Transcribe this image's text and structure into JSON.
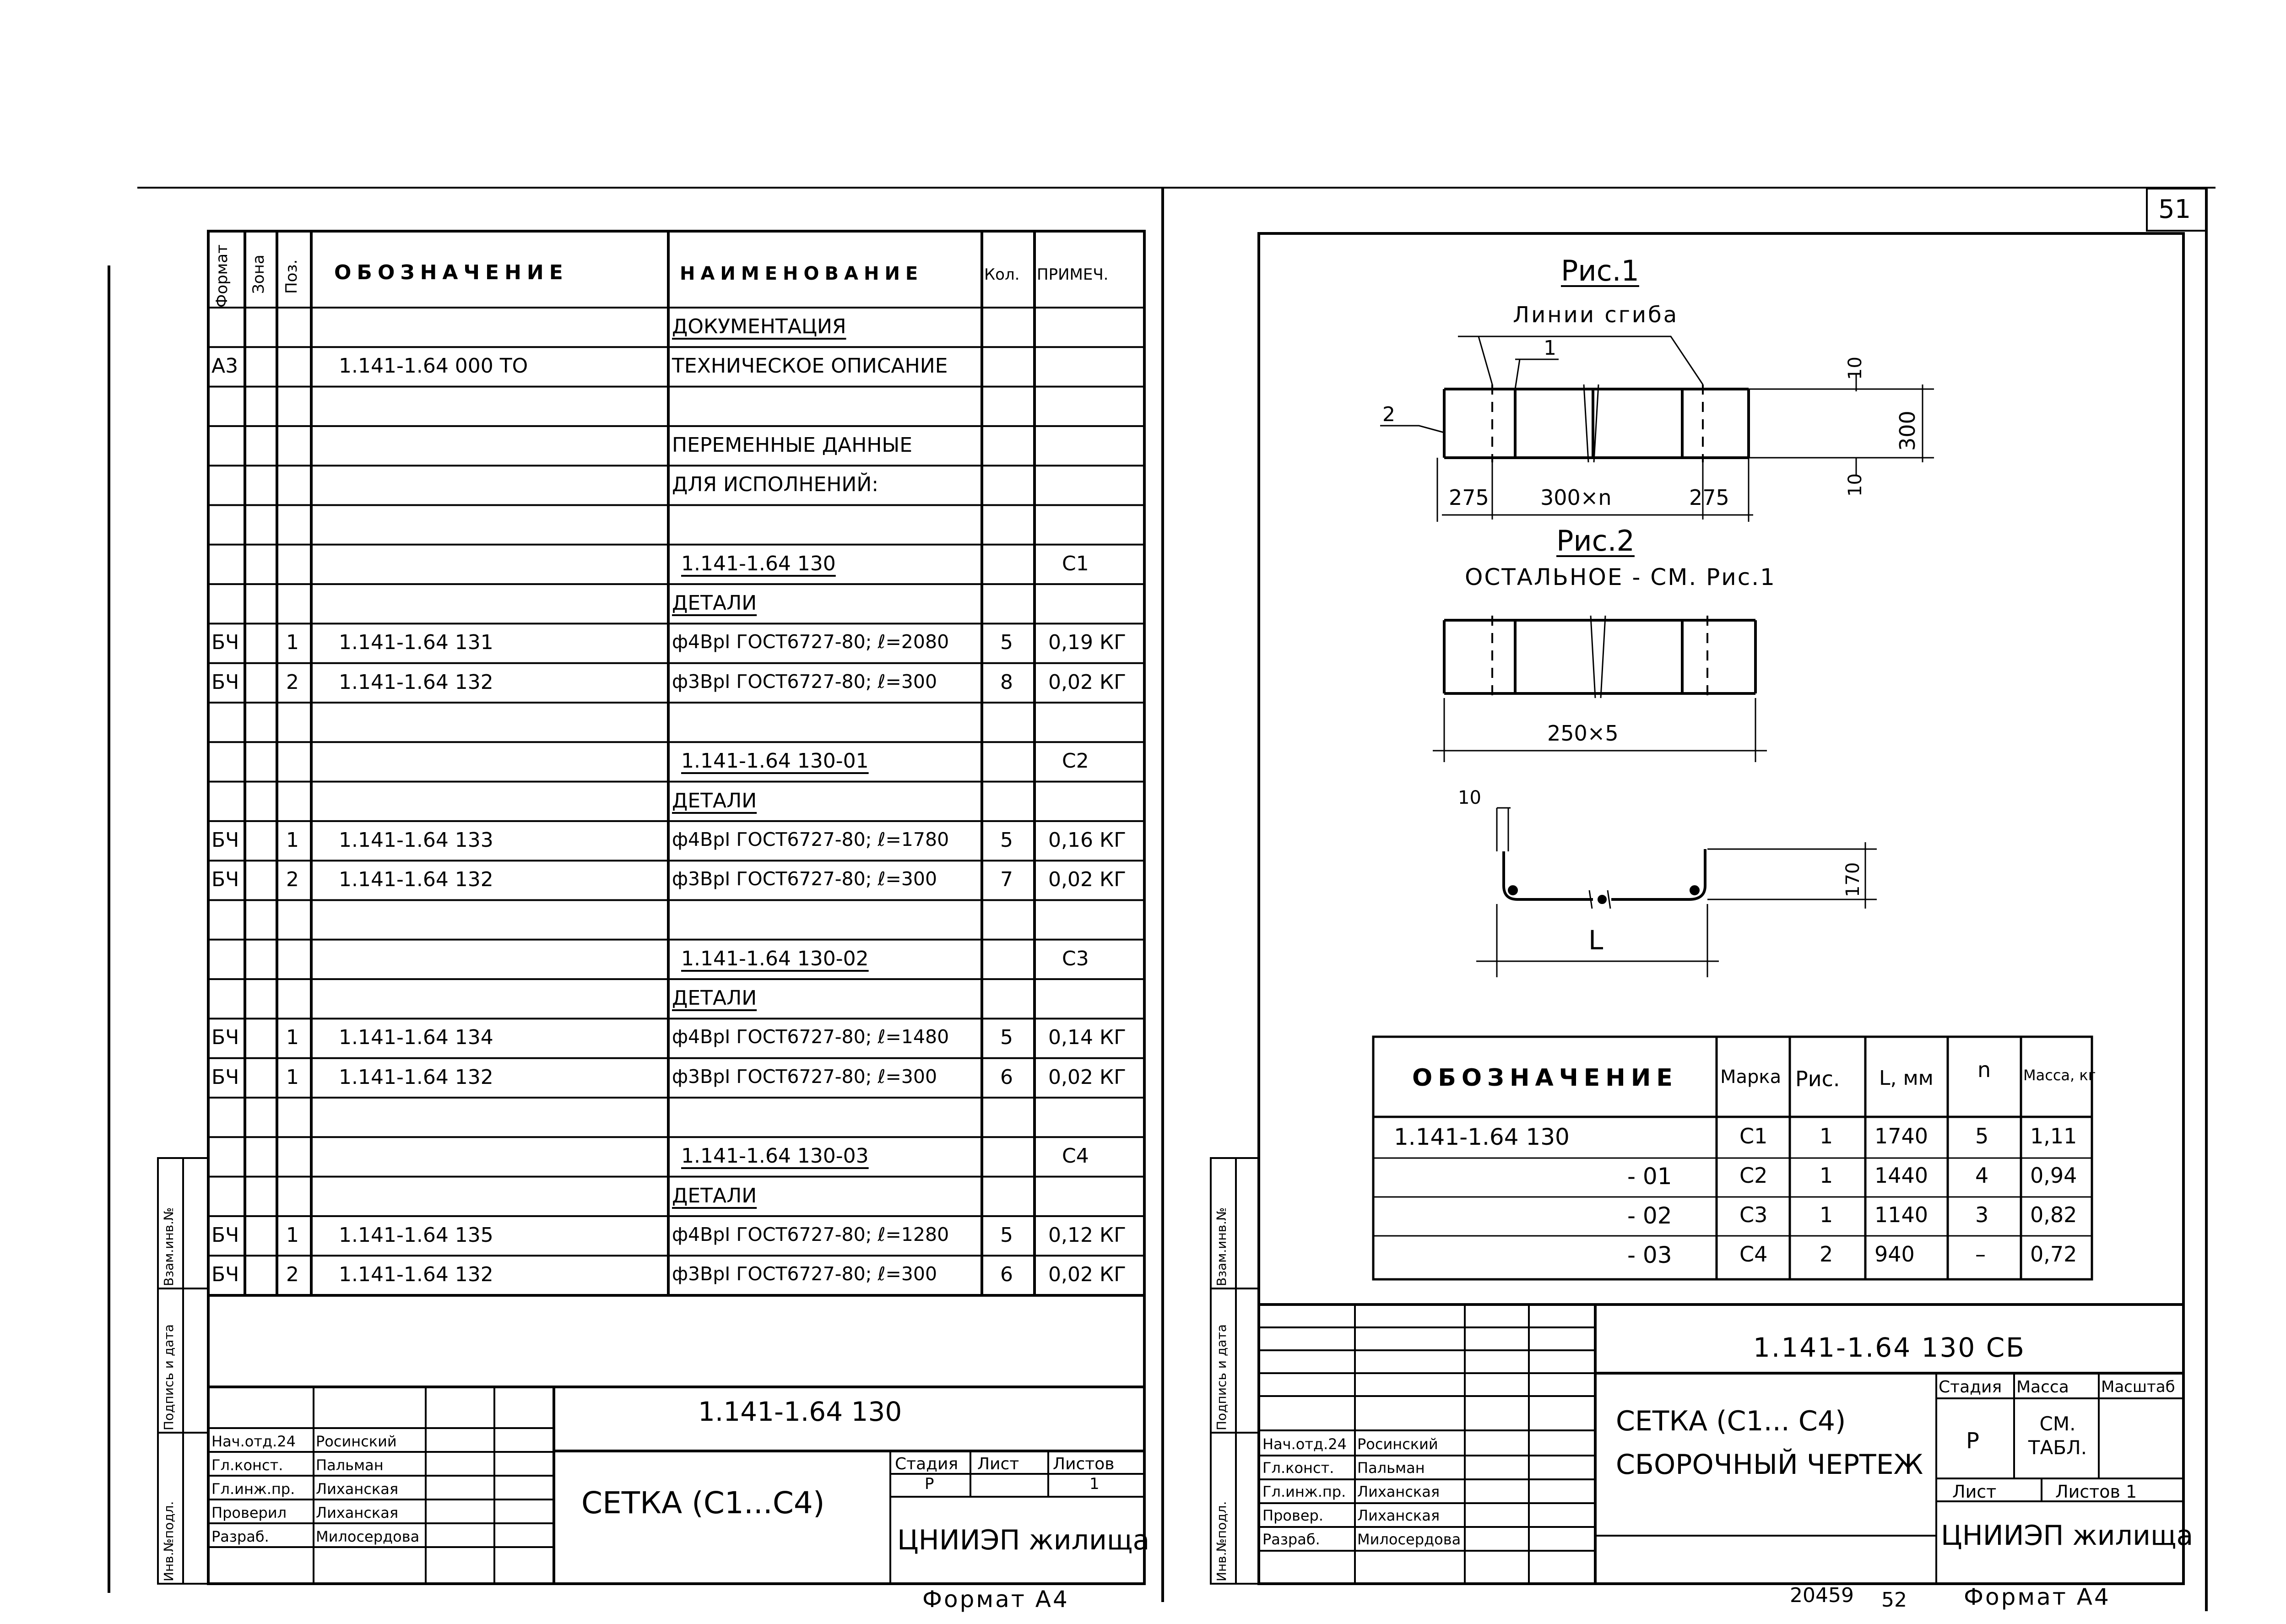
{
  "page_number": "51",
  "left_sheet": {
    "headers": {
      "format": "Формат",
      "zone": "Зона",
      "pos": "Поз.",
      "designation": "ОБОЗНАЧЕНИЕ",
      "name": "НАИМЕНОВАНИЕ",
      "qty": "Кол.",
      "note": "ПРИМЕЧ."
    },
    "rows": [
      {
        "format": "",
        "pos": "",
        "designation": "",
        "name": "ДОКУМЕНТАЦИЯ",
        "qty": "",
        "note": "",
        "name_ul": true
      },
      {
        "format": "А3",
        "pos": "",
        "designation": "1.141-1.64  000 ТО",
        "name": "ТЕХНИЧЕСКОЕ ОПИСАНИЕ",
        "qty": "",
        "note": ""
      },
      {
        "format": "",
        "pos": "",
        "designation": "",
        "name": "",
        "qty": "",
        "note": ""
      },
      {
        "format": "",
        "pos": "",
        "designation": "",
        "name": "ПЕРЕМЕННЫЕ ДАННЫЕ",
        "qty": "",
        "note": ""
      },
      {
        "format": "",
        "pos": "",
        "designation": "",
        "name": "ДЛЯ ИСПОЛНЕНИЙ:",
        "qty": "",
        "note": ""
      },
      {
        "format": "",
        "pos": "",
        "designation": "",
        "name": "",
        "qty": "",
        "note": ""
      },
      {
        "format": "",
        "pos": "",
        "designation": "",
        "name": "1.141-1.64  130",
        "qty": "",
        "note": "С1",
        "name_ul": true
      },
      {
        "format": "",
        "pos": "",
        "designation": "",
        "name": "ДЕТАЛИ",
        "qty": "",
        "note": "",
        "name_ul": true
      },
      {
        "format": "БЧ",
        "pos": "1",
        "designation": "1.141-1.64  131",
        "name": "ф4ВрI ГОСТ6727-80; ℓ=2080",
        "qty": "5",
        "note": "0,19 КГ"
      },
      {
        "format": "БЧ",
        "pos": "2",
        "designation": "1.141-1.64  132",
        "name": "ф3ВрI ГОСТ6727-80; ℓ=300",
        "qty": "8",
        "note": "0,02 КГ"
      },
      {
        "format": "",
        "pos": "",
        "designation": "",
        "name": "",
        "qty": "",
        "note": ""
      },
      {
        "format": "",
        "pos": "",
        "designation": "",
        "name": "1.141-1.64  130-01",
        "qty": "",
        "note": "С2",
        "name_ul": true
      },
      {
        "format": "",
        "pos": "",
        "designation": "",
        "name": "ДЕТАЛИ",
        "qty": "",
        "note": "",
        "name_ul": true
      },
      {
        "format": "БЧ",
        "pos": "1",
        "designation": "1.141-1.64  133",
        "name": "ф4ВрI ГОСТ6727-80; ℓ=1780",
        "qty": "5",
        "note": "0,16 КГ"
      },
      {
        "format": "БЧ",
        "pos": "2",
        "designation": "1.141-1.64  132",
        "name": "ф3ВрI ГОСТ6727-80; ℓ=300",
        "qty": "7",
        "note": "0,02 КГ"
      },
      {
        "format": "",
        "pos": "",
        "designation": "",
        "name": "",
        "qty": "",
        "note": ""
      },
      {
        "format": "",
        "pos": "",
        "designation": "",
        "name": "1.141-1.64  130-02",
        "qty": "",
        "note": "С3",
        "name_ul": true
      },
      {
        "format": "",
        "pos": "",
        "designation": "",
        "name": "ДЕТАЛИ",
        "qty": "",
        "note": "",
        "name_ul": true
      },
      {
        "format": "БЧ",
        "pos": "1",
        "designation": "1.141-1.64  134",
        "name": "ф4ВрI ГОСТ6727-80; ℓ=1480",
        "qty": "5",
        "note": "0,14 КГ"
      },
      {
        "format": "БЧ",
        "pos": "1",
        "designation": "1.141-1.64  132",
        "name": "ф3ВрI ГОСТ6727-80; ℓ=300",
        "qty": "6",
        "note": "0,02 КГ"
      },
      {
        "format": "",
        "pos": "",
        "designation": "",
        "name": "",
        "qty": "",
        "note": ""
      },
      {
        "format": "",
        "pos": "",
        "designation": "",
        "name": "1.141-1.64  130-03",
        "qty": "",
        "note": "С4",
        "name_ul": true
      },
      {
        "format": "",
        "pos": "",
        "designation": "",
        "name": "ДЕТАЛИ",
        "qty": "",
        "note": "",
        "name_ul": true
      },
      {
        "format": "БЧ",
        "pos": "1",
        "designation": "1.141-1.64  135",
        "name": "ф4ВрI ГОСТ6727-80; ℓ=1280",
        "qty": "5",
        "note": "0,12 КГ"
      },
      {
        "format": "БЧ",
        "pos": "2",
        "designation": "1.141-1.64  132",
        "name": "ф3ВрI ГОСТ6727-80; ℓ=300",
        "qty": "6",
        "note": "0,02 КГ"
      }
    ],
    "side_labels": {
      "inv_podl": "Инв.№подл.",
      "podpis_data": "Подпись и дата",
      "vzam_inv": "Взам.инв.№"
    },
    "title_block": {
      "doc_code": "1.141-1.64  130",
      "title": "СЕТКА (С1...С4)",
      "stage_label": "Стадия",
      "stage": "Р",
      "sheet_label": "Лист",
      "sheet": "",
      "sheets_label": "Листов",
      "sheets": "1",
      "org": "ЦНИИЭП жилища",
      "roles": [
        {
          "role": "Нач.отд.24",
          "name": "Росинский"
        },
        {
          "role": "Гл.конст.",
          "name": "Пальман"
        },
        {
          "role": "Гл.инж.пр.",
          "name": "Лиханская"
        },
        {
          "role": "Проверил",
          "name": "Лиханская"
        },
        {
          "role": "Разраб.",
          "name": "Милосердова"
        }
      ]
    },
    "format_label": "Формат А4"
  },
  "right_sheet": {
    "fig1": {
      "title": "Рис.1",
      "bend_label": "Линии сгиба",
      "callout_1": "1",
      "callout_2": "2",
      "dim_left": "275",
      "dim_mid": "300×n",
      "dim_right": "275",
      "dim_height": "300",
      "dim_top": "10",
      "dim_bottom": "10"
    },
    "fig2": {
      "title": "Рис.2",
      "subtitle": "ОСТАЛЬНОЕ - СМ. Рис.1",
      "dim_len": "250×5"
    },
    "fig3": {
      "dim_10": "10",
      "dim_170": "170",
      "dim_L": "L"
    },
    "var_table": {
      "headers": {
        "designation": "ОБОЗНАЧЕНИЕ",
        "mark": "Марка",
        "fig": "Рис.",
        "L": "L, мм",
        "n": "n",
        "mass": "Масса, кг"
      },
      "rows": [
        {
          "designation": "1.141-1.64  130",
          "mark": "С1",
          "fig": "1",
          "L": "1740",
          "n": "5",
          "mass": "1,11"
        },
        {
          "designation": "- 01",
          "mark": "С2",
          "fig": "1",
          "L": "1440",
          "n": "4",
          "mass": "0,94"
        },
        {
          "designation": "- 02",
          "mark": "С3",
          "fig": "1",
          "L": "1140",
          "n": "3",
          "mass": "0,82"
        },
        {
          "designation": "- 03",
          "mark": "С4",
          "fig": "2",
          "L": "940",
          "n": "–",
          "mass": "0,72"
        }
      ]
    },
    "side_labels": {
      "inv_podl": "Инв.№подл.",
      "podpis_data": "Подпись и дата",
      "vzam_inv": "Взам.инв.№"
    },
    "title_block": {
      "doc_code": "1.141-1.64  130 СБ",
      "title_1": "СЕТКА (С1... С4)",
      "title_2": "СБОРОЧНЫЙ ЧЕРТЕЖ",
      "stage_label": "Стадия",
      "stage": "Р",
      "mass_label": "Масса",
      "mass": "СМ. ТАБЛ.",
      "scale_label": "Масштаб",
      "sheet_label": "Лист",
      "sheets_label": "Листов 1",
      "org": "ЦНИИЭП жилища",
      "roles": [
        {
          "role": "Нач.отд.24",
          "name": "Росинский"
        },
        {
          "role": "Гл.конст.",
          "name": "Пальман"
        },
        {
          "role": "Гл.инж.пр.",
          "name": "Лиханская"
        },
        {
          "role": "Провер.",
          "name": "Лиханская"
        },
        {
          "role": "Разраб.",
          "name": "Милосердова"
        }
      ]
    },
    "archive_no": "20459",
    "page_no": "52",
    "format_label": "Формат А4"
  }
}
